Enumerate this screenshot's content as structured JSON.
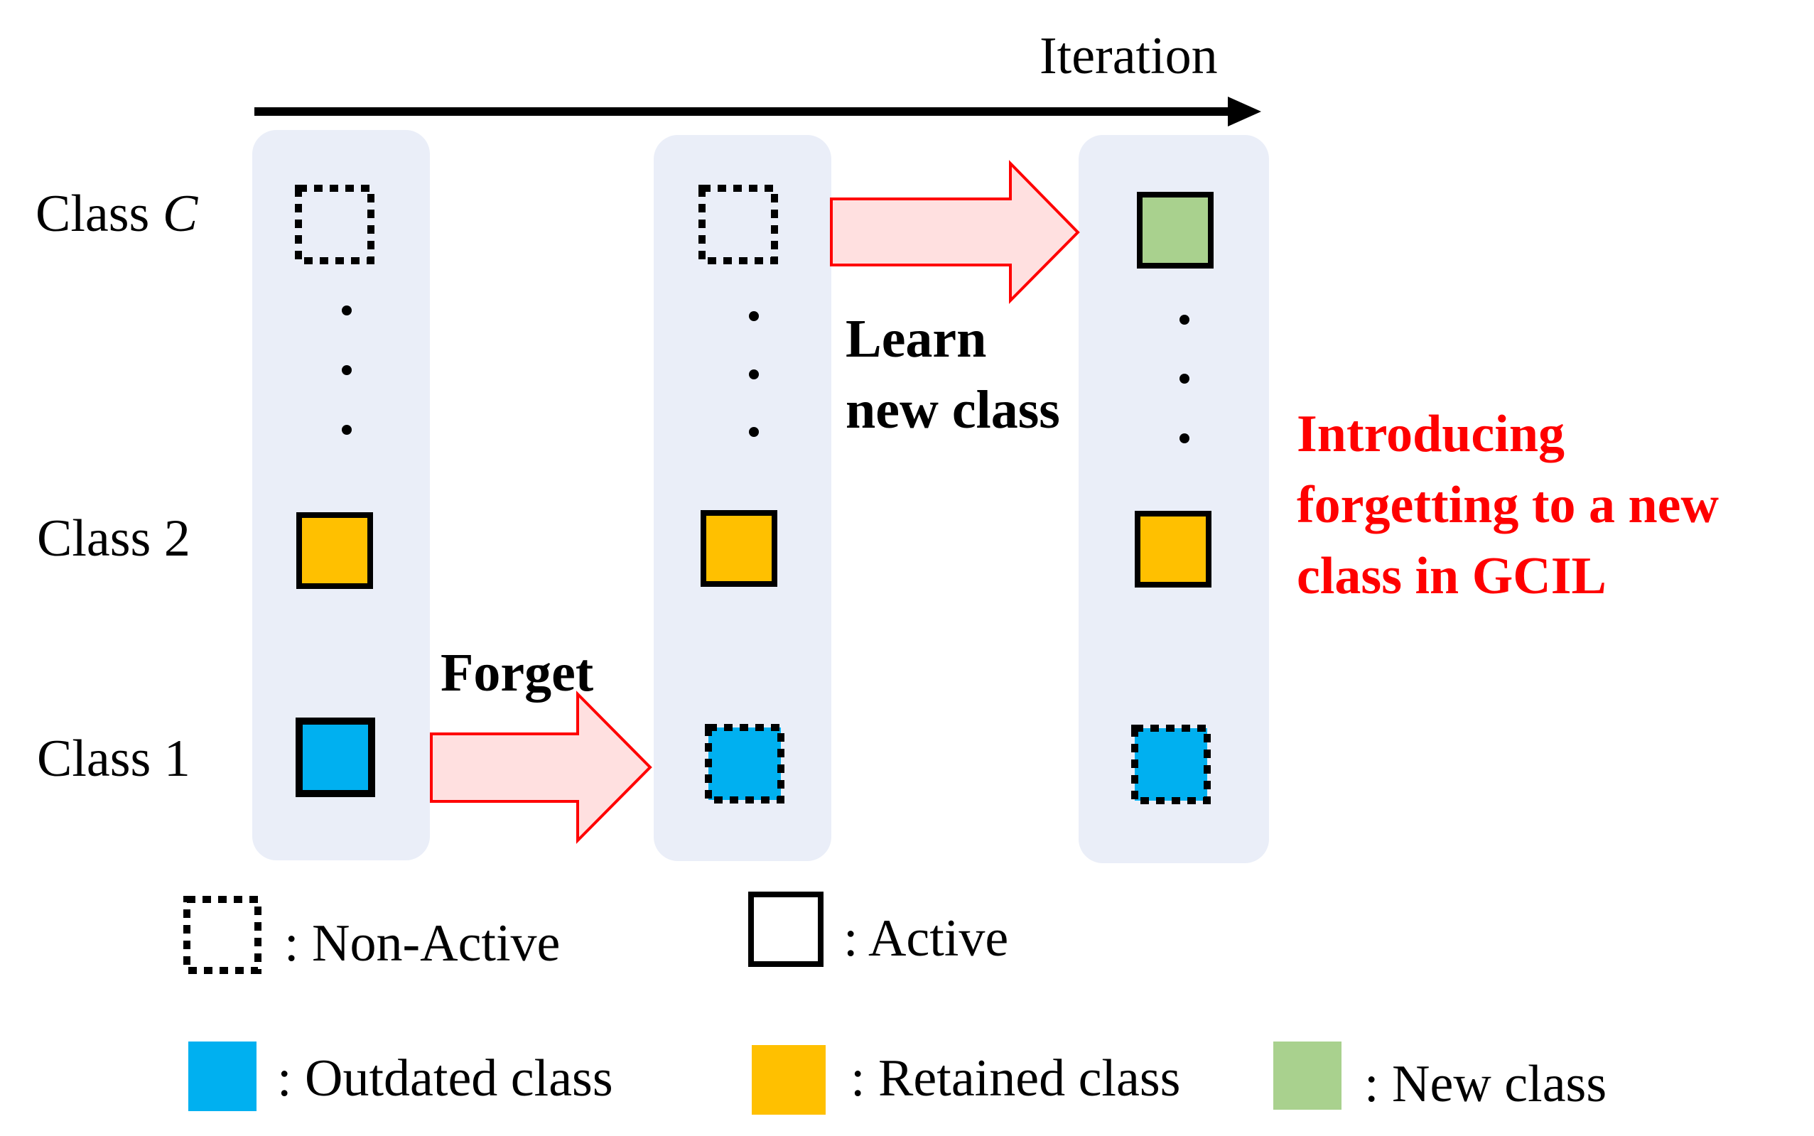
{
  "axis": {
    "label": "Iteration"
  },
  "rows": {
    "class_c_prefix": "Class ",
    "class_c_var": "C",
    "class_2": "Class 2",
    "class_1": "Class 1"
  },
  "transitions": {
    "forget": "Forget",
    "learn_line1": "Learn",
    "learn_line2": "new class"
  },
  "callout": {
    "line1": "Introducing",
    "line2": "forgetting to a new",
    "line3": "class in GCIL"
  },
  "legend": {
    "non_active": ": Non-Active",
    "active": ": Active",
    "outdated": ": Outdated class",
    "retained": ": Retained class",
    "new": ": New class"
  },
  "colors": {
    "outdated": "#00b0f0",
    "retained": "#ffc000",
    "new": "#a9d18e",
    "column_bg": "#eaeef8",
    "arrow_fill": "#ffe0e0",
    "arrow_stroke": "#ff0000",
    "callout_text": "#ff0000"
  }
}
